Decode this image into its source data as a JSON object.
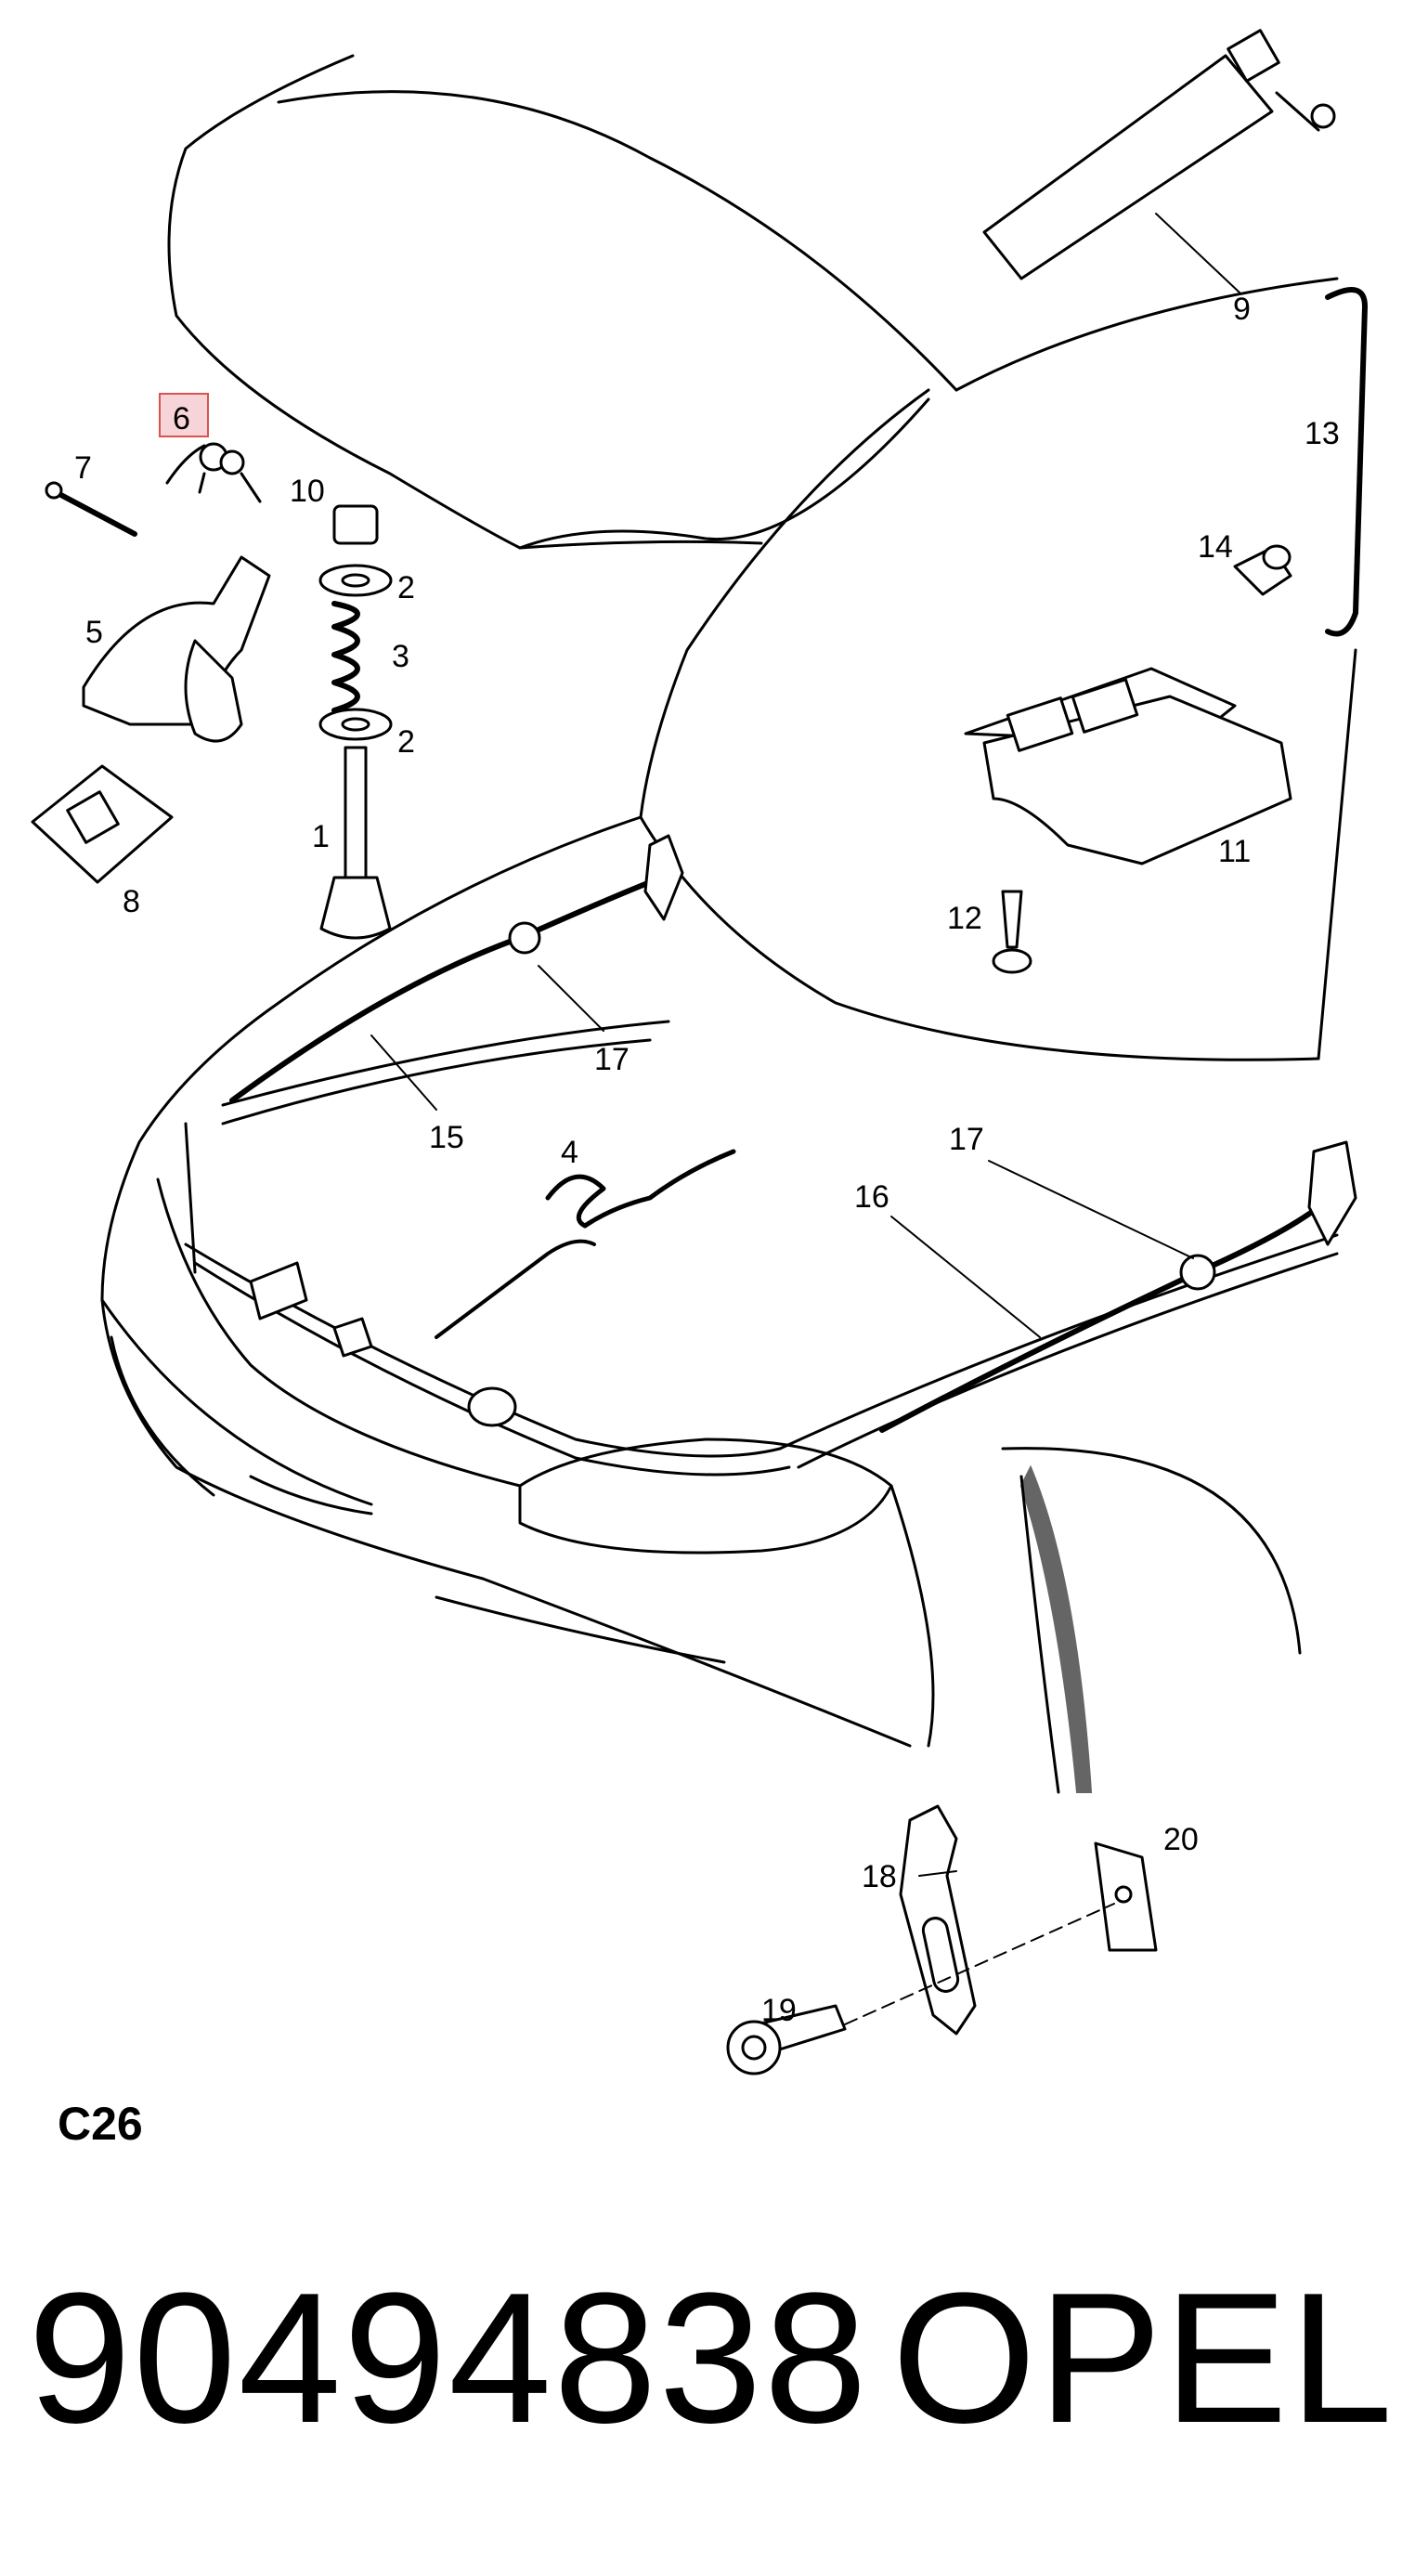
{
  "diagram": {
    "code": "C26",
    "highlighted_callout": "6",
    "callouts": {
      "c1": "1",
      "c2a": "2",
      "c2b": "2",
      "c3": "3",
      "c4": "4",
      "c5": "5",
      "c6": "6",
      "c7": "7",
      "c8": "8",
      "c9": "9",
      "c10": "10",
      "c11": "11",
      "c12": "12",
      "c13": "13",
      "c14": "14",
      "c15": "15",
      "c16": "16",
      "c17a": "17",
      "c17b": "17",
      "c18": "18",
      "c19": "19",
      "c20": "20"
    }
  },
  "footer": {
    "part_number": "90494838",
    "brand": "OPEL"
  }
}
